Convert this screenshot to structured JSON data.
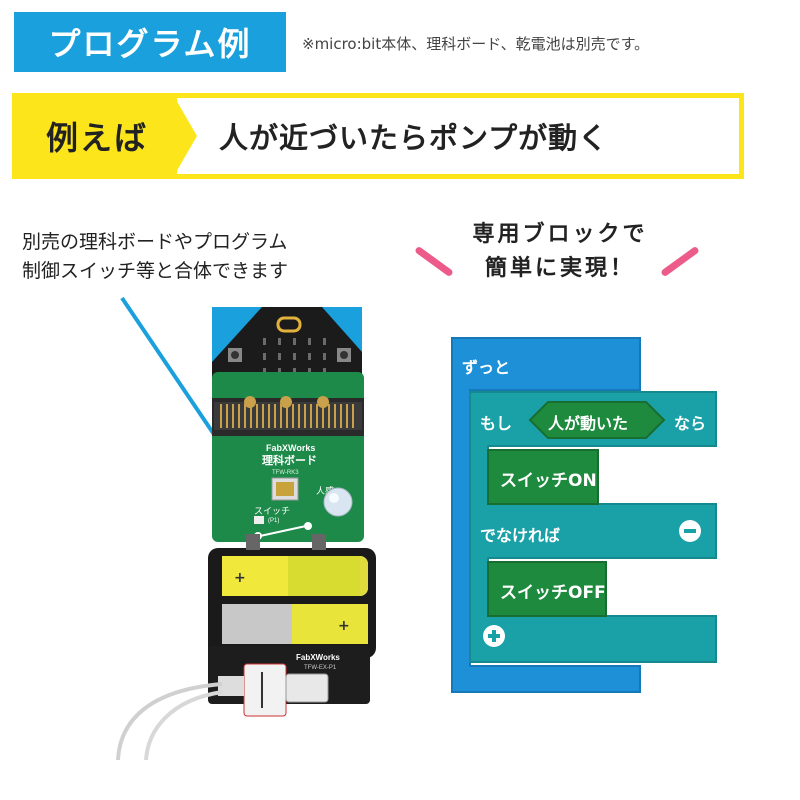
{
  "header": {
    "badge": "プログラム例",
    "note": "※micro:bit本体、理科ボード、乾電池は別売です。"
  },
  "example": {
    "label": "例えば",
    "text": "人が近づいたらポンプが動く"
  },
  "left_caption": {
    "line1": "別売の理科ボードやプログラム",
    "line2": "制御スイッチ等と合体できます"
  },
  "right_caption": {
    "line1": "専用ブロックで",
    "line2": "簡単に実現！"
  },
  "device": {
    "board_logo": "FabXWorks",
    "board_name": "理科ボード",
    "board_model": "TFW-RK3",
    "switch_label": "スイッチ",
    "switch_pin": "(P1)",
    "sensor_label": "人感",
    "box_logo": "FabXWorks",
    "box_model": "TFW-EX-P1"
  },
  "blocks": {
    "forever": "ずっと",
    "if": "もし",
    "condition": "人が動いた",
    "then": "なら",
    "action_on": "スイッチON",
    "else": "でなければ",
    "action_off": "スイッチOFF",
    "colors": {
      "loop": "#1e90d8",
      "if": "#1aa0a7",
      "action": "#1e8a3e"
    }
  },
  "colors": {
    "badge": "#1aa0dc",
    "banner": "#fce61b",
    "accent_pink": "#ec5b8a",
    "pcb_green": "#1e8a4a"
  }
}
